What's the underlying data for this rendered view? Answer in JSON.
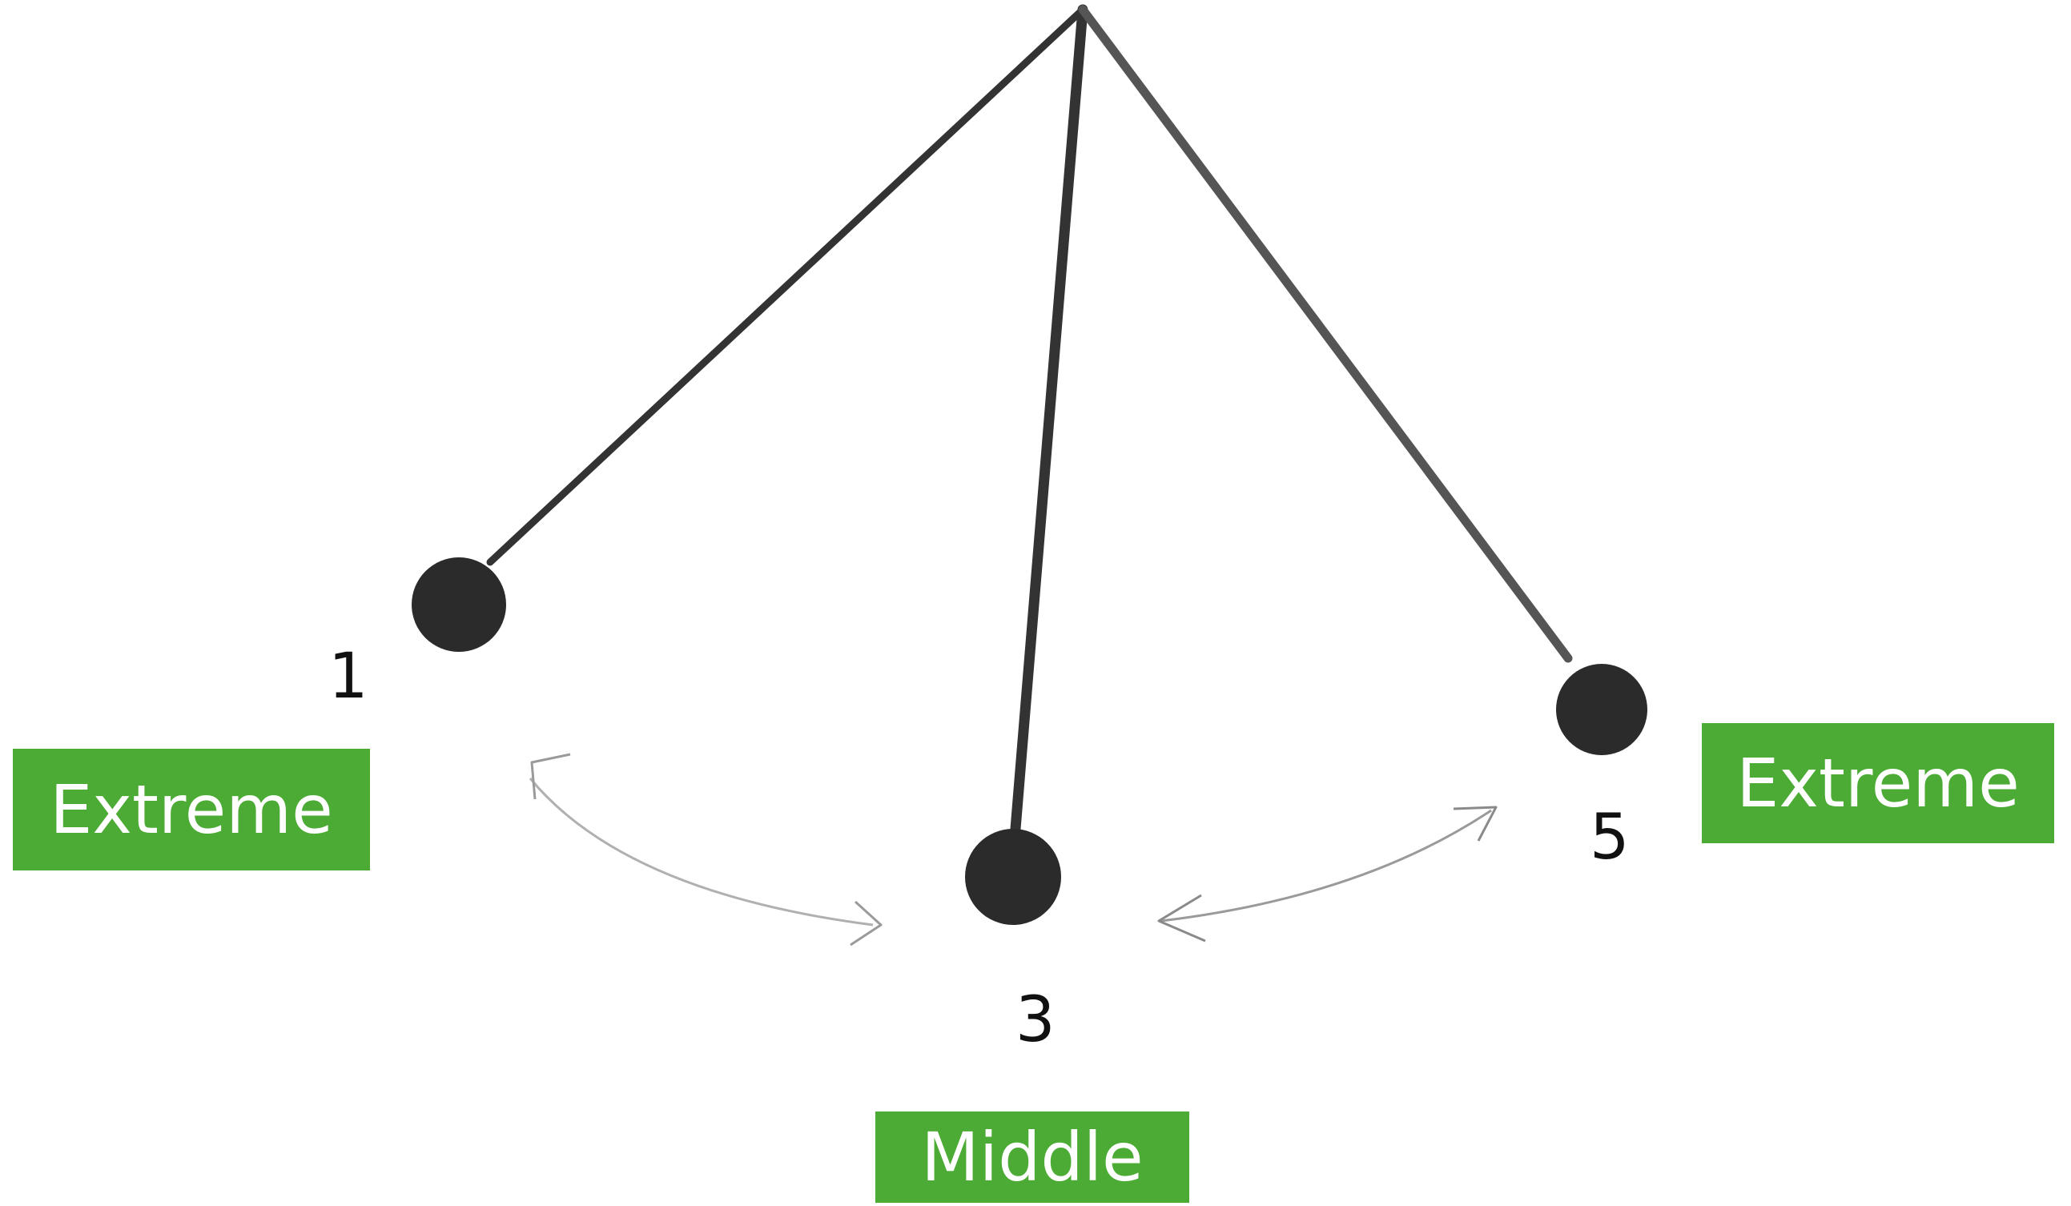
{
  "diagram": {
    "positions": [
      {
        "number": "1",
        "tag": "Extreme"
      },
      {
        "number": "3",
        "tag": "Middle"
      },
      {
        "number": "5",
        "tag": "Extreme"
      }
    ]
  },
  "colors": {
    "tag_background": "#4cab35",
    "tag_text": "#ffffff",
    "string": "#333333",
    "bob": "#2b2b2b",
    "arrow": "#9a9a9a",
    "number_text": "#111111"
  }
}
